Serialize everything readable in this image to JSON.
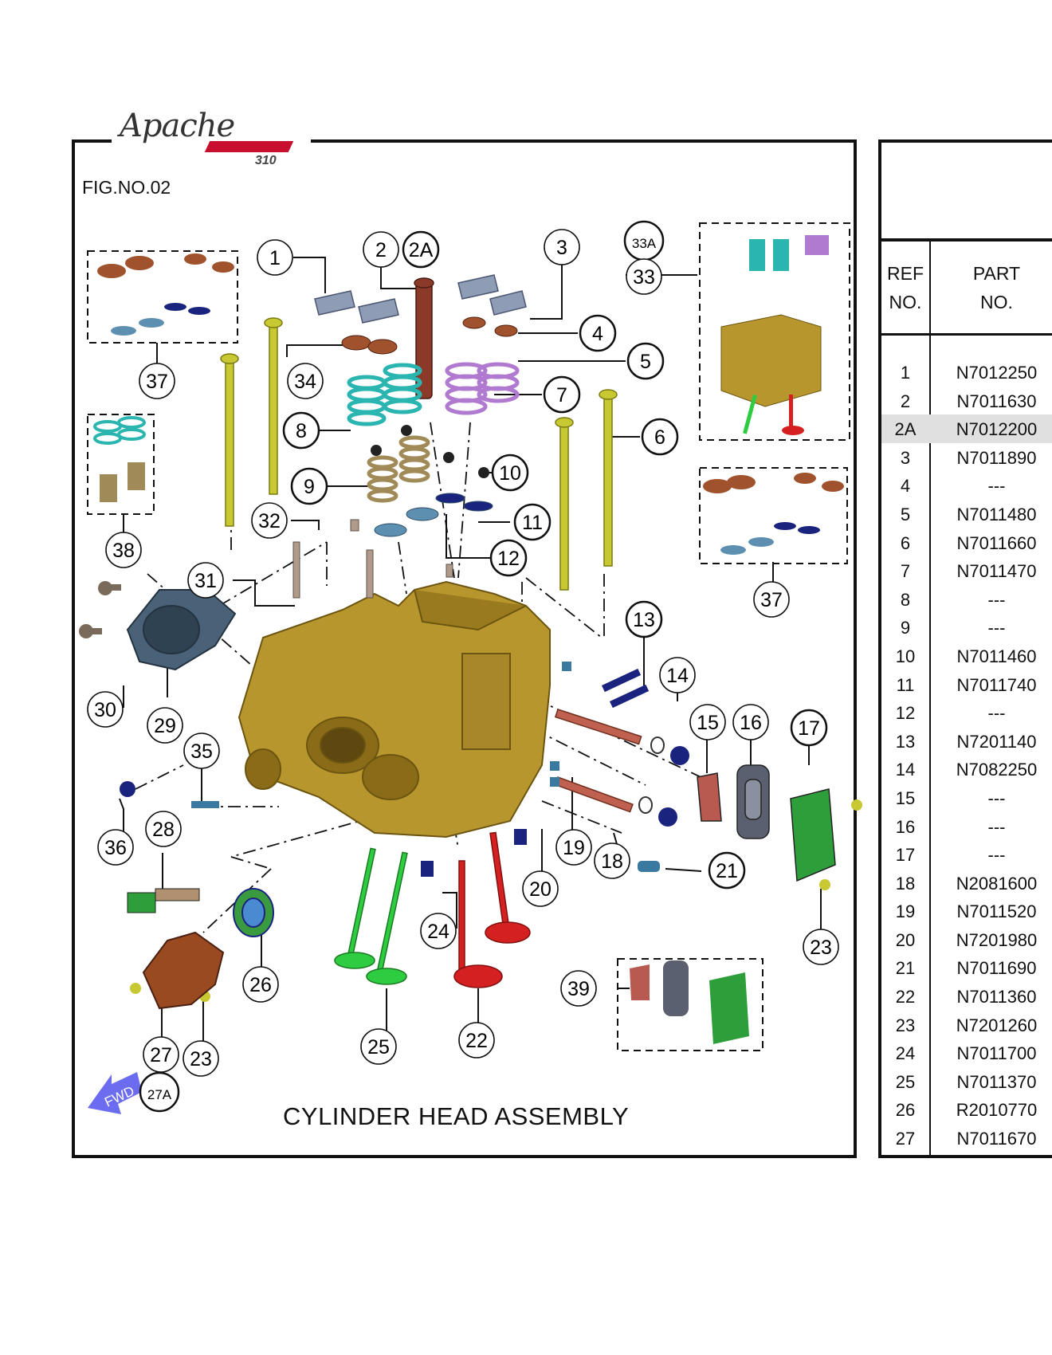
{
  "brand": {
    "logo_script": "Apache",
    "logo_model": "310"
  },
  "figure": {
    "number": "FIG.NO.02",
    "caption": "CYLINDER HEAD  ASSEMBLY",
    "fwd_label": "FWD"
  },
  "callouts": [
    "1",
    "2",
    "2A",
    "3",
    "33A",
    "33",
    "4",
    "5",
    "6",
    "7",
    "8",
    "9",
    "10",
    "11",
    "12",
    "13",
    "14",
    "15",
    "16",
    "17",
    "18",
    "19",
    "20",
    "21",
    "22",
    "23",
    "23",
    "24",
    "25",
    "26",
    "27",
    "27A",
    "28",
    "29",
    "30",
    "31",
    "32",
    "34",
    "35",
    "36",
    "37",
    "37",
    "38",
    "39"
  ],
  "table": {
    "headers": {
      "ref": [
        "REF",
        "NO."
      ],
      "part": [
        "PART",
        "NO."
      ]
    },
    "rows": [
      {
        "ref": "1",
        "part": "N7012250"
      },
      {
        "ref": "2",
        "part": "N7011630"
      },
      {
        "ref": "2A",
        "part": "N7012200"
      },
      {
        "ref": "3",
        "part": "N7011890"
      },
      {
        "ref": "4",
        "part": "---"
      },
      {
        "ref": "5",
        "part": "N7011480"
      },
      {
        "ref": "6",
        "part": "N7011660"
      },
      {
        "ref": "7",
        "part": "N7011470"
      },
      {
        "ref": "8",
        "part": "---"
      },
      {
        "ref": "9",
        "part": "---"
      },
      {
        "ref": "10",
        "part": "N7011460"
      },
      {
        "ref": "11",
        "part": "N7011740"
      },
      {
        "ref": "12",
        "part": "---"
      },
      {
        "ref": "13",
        "part": "N7201140"
      },
      {
        "ref": "14",
        "part": "N7082250"
      },
      {
        "ref": "15",
        "part": "---"
      },
      {
        "ref": "16",
        "part": "---"
      },
      {
        "ref": "17",
        "part": "---"
      },
      {
        "ref": "18",
        "part": "N2081600"
      },
      {
        "ref": "19",
        "part": "N7011520"
      },
      {
        "ref": "20",
        "part": "N7201980"
      },
      {
        "ref": "21",
        "part": "N7011690"
      },
      {
        "ref": "22",
        "part": "N7011360"
      },
      {
        "ref": "23",
        "part": "N7201260"
      },
      {
        "ref": "24",
        "part": "N7011700"
      },
      {
        "ref": "25",
        "part": "N7011370"
      },
      {
        "ref": "26",
        "part": "R2010770"
      },
      {
        "ref": "27",
        "part": "N7011670"
      }
    ]
  },
  "colors": {
    "head": "#b8962e",
    "spring_teal": "#2bb5b0",
    "spring_purple": "#b07ad0",
    "green_valve": "#2ecc40",
    "red_valve": "#d42020",
    "bolt": "#c8c832",
    "navy": "#1a237e",
    "copper": "#a0522d",
    "fwd_arrow": "#6c6cf0"
  }
}
